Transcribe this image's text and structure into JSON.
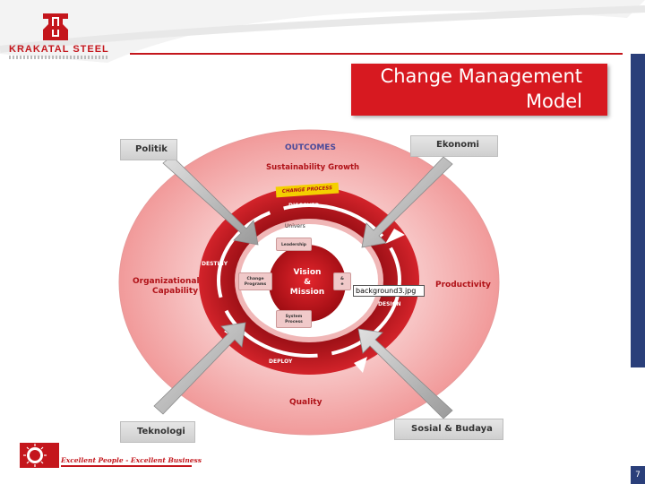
{
  "header": {
    "company_name": "KRAKATAL STEEL",
    "title_line1": "Change Management",
    "title_line2": "Model"
  },
  "external_factors": {
    "politik": "Politik",
    "ekonomi": "Ekonomi",
    "teknologi": "Teknologi",
    "sosial_budaya": "Sosial  & Budaya"
  },
  "outer_ring": {
    "outcomes": "OUTCOMES",
    "sustainability": "Sustainability Growth",
    "org_capability_line1": "Organizational",
    "org_capability_line2": "Capability",
    "productivity": "Productivity",
    "quality": "Quality"
  },
  "process_ring": {
    "change_process": "CHANGE PROCESS",
    "discover": "DISCOVER",
    "destiny": "DESTINY",
    "design": "DESIGN",
    "deploy": "DEPLOY"
  },
  "inner_ring": {
    "univers": "Univers",
    "leadership": "Leadership",
    "change_programs_line1": "Change",
    "change_programs_line2": "Programs",
    "right_box_line1": "&",
    "right_box_line2": "e",
    "systems_process_line1": "System",
    "systems_process_line2": "Process"
  },
  "core": {
    "line1": "Vision",
    "line2": "&",
    "line3": "Mission"
  },
  "image_placeholder": "background3.jpg",
  "footer": {
    "slogan": "Excellent People - Excellent Business",
    "page_number": "7"
  },
  "colors": {
    "brand_red": "#c4161c",
    "title_red": "#d71920",
    "outer_pink": "#f4b6b6",
    "ring_dark": "#b51019",
    "navy": "#2a3f7a"
  }
}
